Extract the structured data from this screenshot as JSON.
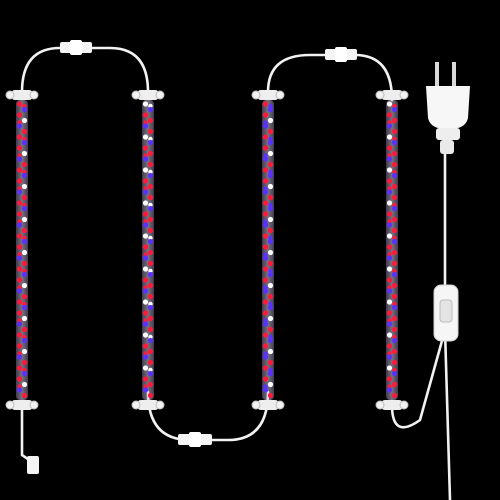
{
  "scene": {
    "subject": "led-grow-light-strips",
    "background_color": "#000000",
    "strip_count": 4,
    "led_colors": {
      "red": "#ff1a3c",
      "blue": "#5a32ff",
      "white": "#ffffff"
    },
    "cable_color": "#f2f2f2",
    "tube_color": "#c8b8d8",
    "icons": [
      "led-strip",
      "cable-connector",
      "power-plug",
      "inline-switch",
      "end-cap"
    ]
  }
}
